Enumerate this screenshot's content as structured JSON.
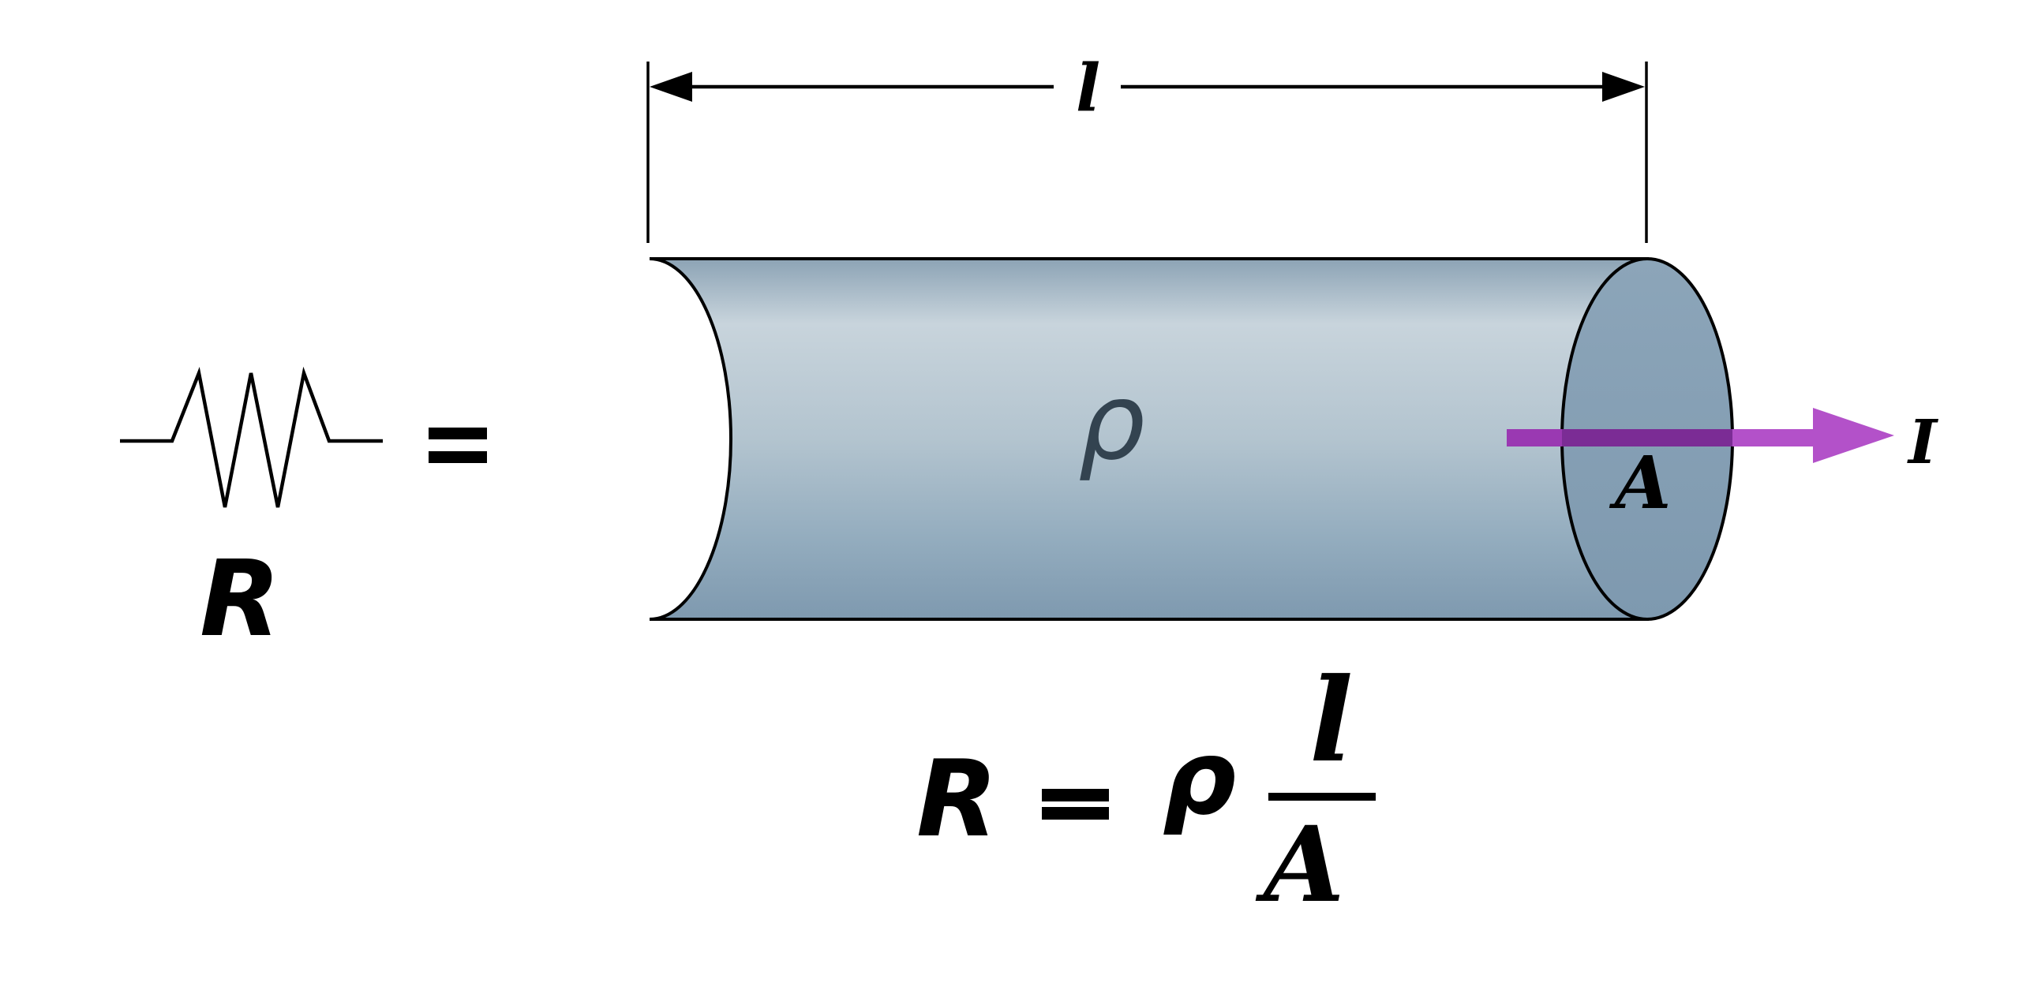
{
  "resistor": {
    "label": "R",
    "equals": "="
  },
  "dimension": {
    "length_label": "l"
  },
  "cylinder": {
    "resistivity_label": "ρ",
    "area_label": "A"
  },
  "current": {
    "label": "I"
  },
  "formula": {
    "lhs": "R",
    "equals": "=",
    "rho": "ρ",
    "numerator": "l",
    "denominator": "A"
  },
  "colors": {
    "outline": "#000000",
    "body_top": "#8CA3B5",
    "body_light": "#C8D4DC",
    "body_mid": "#B3C4CF",
    "body_low": "#93ACBE",
    "body_bottom": "#7E99AF",
    "face_top": "#8CA5B9",
    "face_bottom": "#7E99AF",
    "arrow_over_body": "#9A39B2",
    "arrow_over_face": "#7B2C95",
    "arrow_bright": "#B351C9",
    "resistivity_text": "#334350"
  }
}
